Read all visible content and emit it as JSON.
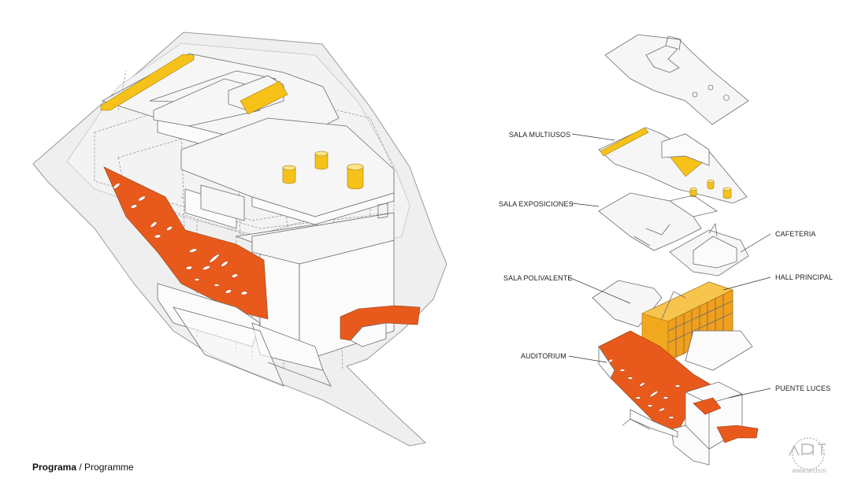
{
  "caption": {
    "bold": "Programa",
    "separator": " / ",
    "rest": "Programme"
  },
  "labels": {
    "sala_multiusos": "SALA MULTIUSOS",
    "sala_exposiciones": "SALA EXPOSICIONES",
    "cafeteria": "CAFETERIA",
    "sala_polivalente": "SALA POLIVALENTE",
    "hall_principal": "HALL PRINCIPAL",
    "auditorium": "AUDITORIUM",
    "puente_luces": "PUENTE LUCES"
  },
  "colors": {
    "auditorium": "#e85a1c",
    "hall": "#f2a81d",
    "multiusos": "#f6c21a",
    "shell_fill": "#efefef",
    "line": "#6b6b6b",
    "dashed": "#8a8a8a"
  },
  "watermark": {
    "text": "www.archcn"
  }
}
